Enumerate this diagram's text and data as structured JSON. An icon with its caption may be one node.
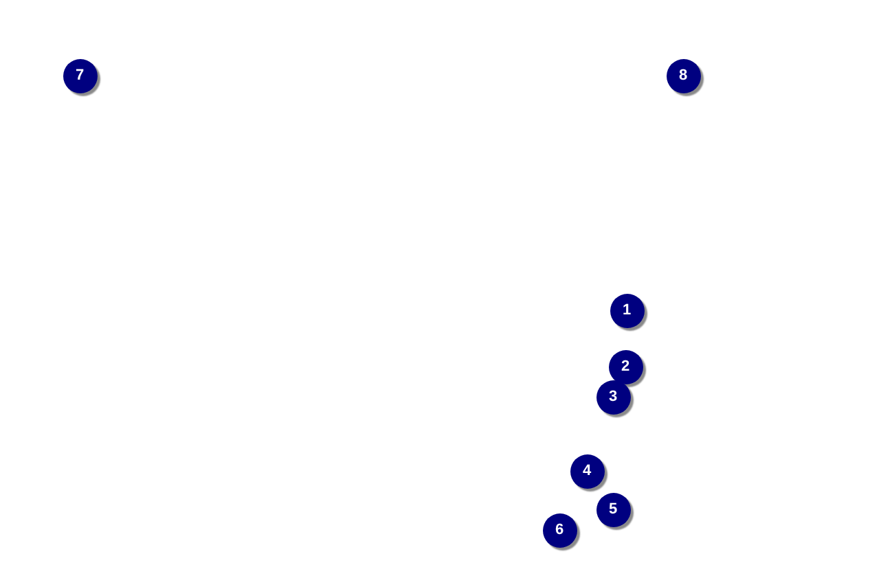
{
  "diagram": {
    "nodes": [
      {
        "text": [
          "7"
        ]
      },
      {
        "text": [
          "8"
        ]
      },
      {
        "text": [
          "1"
        ]
      },
      {
        "text": [
          "2"
        ]
      },
      {
        "text": [
          "3"
        ]
      },
      {
        "text": [
          "4"
        ]
      },
      {
        "text": [
          "5"
        ]
      },
      {
        "text": [
          "6"
        ]
      }
    ]
  }
}
